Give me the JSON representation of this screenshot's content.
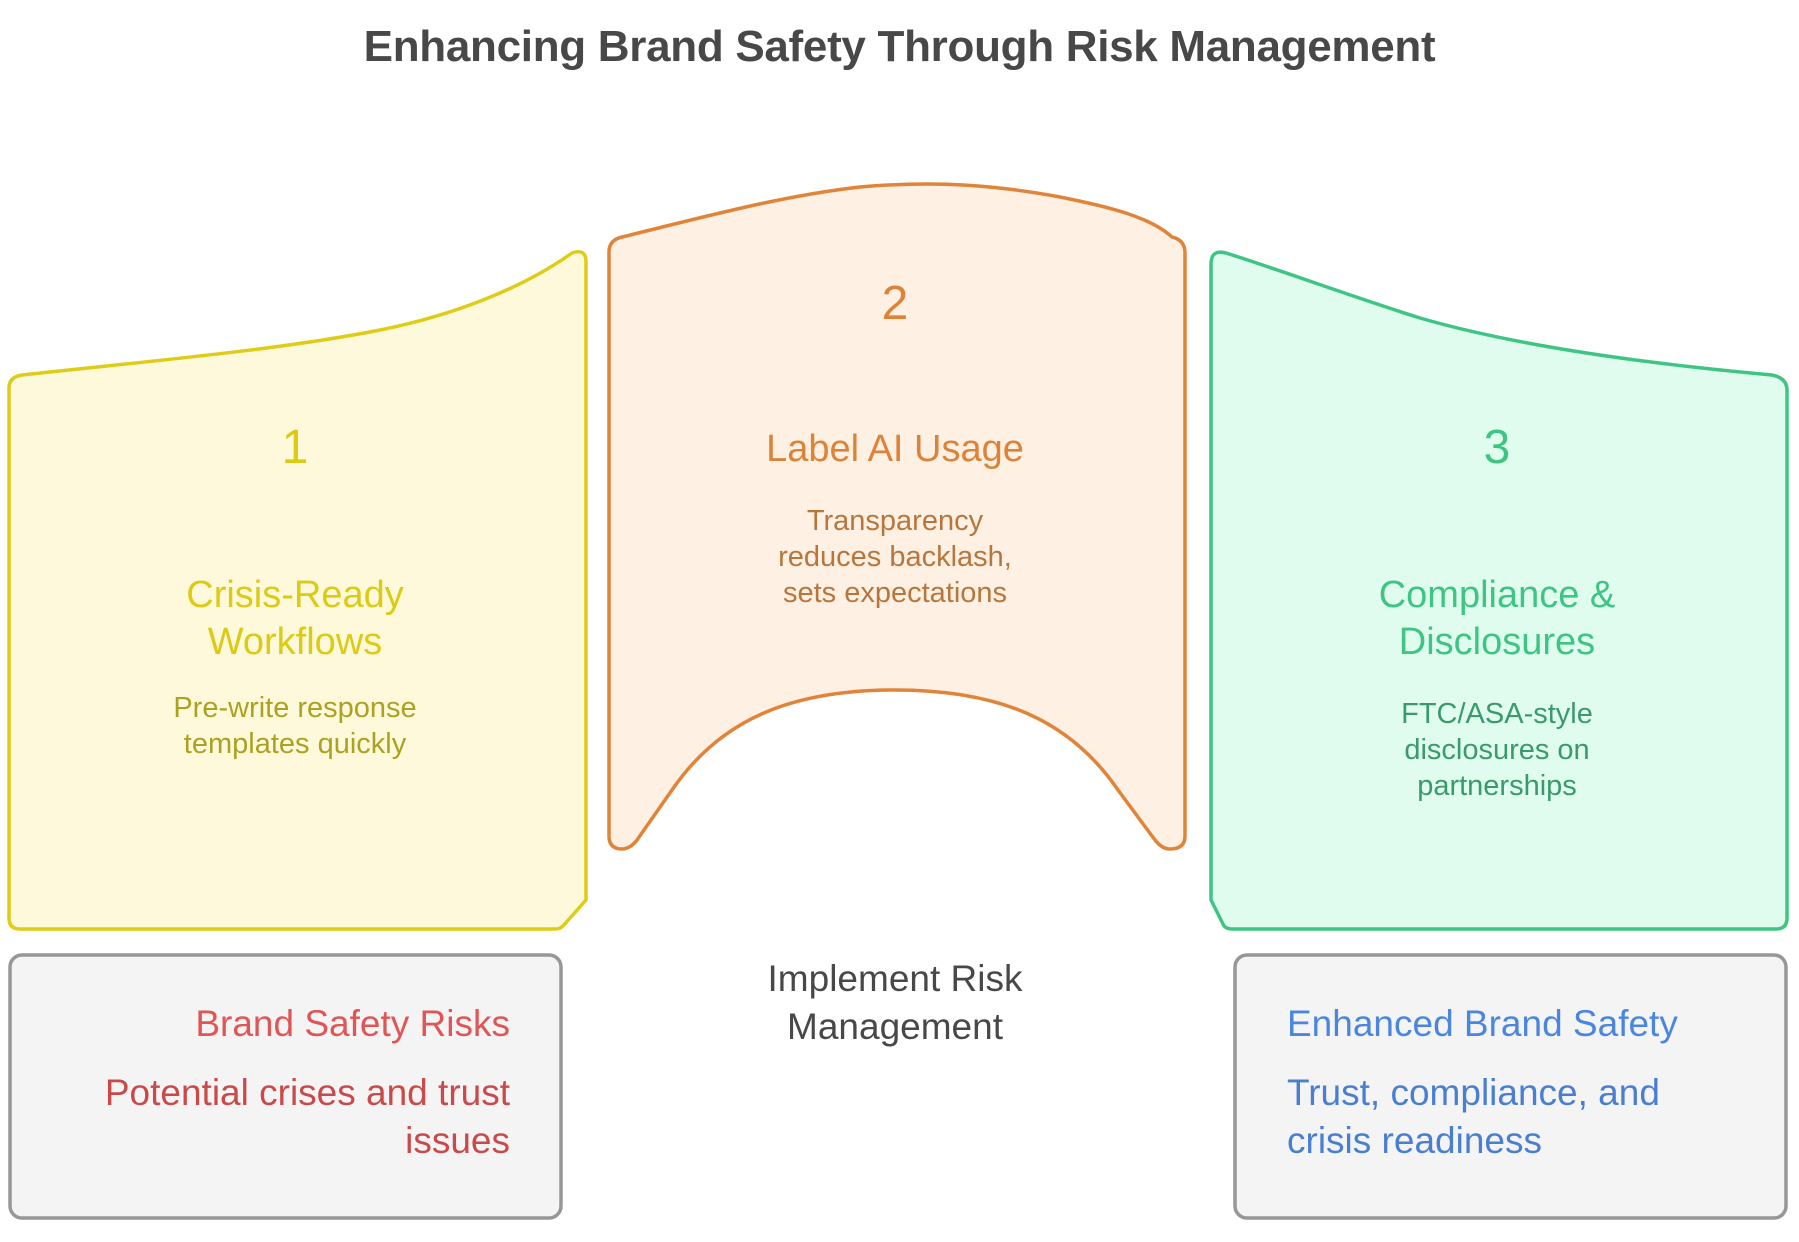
{
  "title": "Enhancing Brand Safety Through Risk Management",
  "colors": {
    "step1_stroke": "#dfcc17",
    "step1_fill": "#fef9db",
    "step1_text": "#dcca14",
    "step1_desc": "#ada122",
    "step2_stroke": "#e0843a",
    "step2_fill": "#fef0e3",
    "step2_text": "#dd8338",
    "step2_desc": "#b8763d",
    "step3_stroke": "#3ec583",
    "step3_fill": "#e0fcef",
    "step3_text": "#3ec583",
    "step3_desc": "#3a9a6c",
    "box_stroke": "#979797",
    "box_fill": "#f4f4f4",
    "risk_title": "#e05656",
    "risk_desc": "#c94a4a",
    "outcome_title": "#4a86e0",
    "outcome_desc": "#4a7fd0"
  },
  "steps": [
    {
      "number": "1",
      "title": "Crisis-Ready Workflows",
      "title_lines": [
        "Crisis-Ready",
        "Workflows"
      ],
      "description_lines": [
        "Pre-write response",
        "templates quickly"
      ]
    },
    {
      "number": "2",
      "title": "Label AI Usage",
      "title_lines": [
        "Label AI Usage"
      ],
      "description_lines": [
        "Transparency",
        "reduces backlash,",
        "sets expectations"
      ]
    },
    {
      "number": "3",
      "title": "Compliance & Disclosures",
      "title_lines": [
        "Compliance &",
        "Disclosures"
      ],
      "description_lines": [
        "FTC/ASA-style",
        "disclosures on",
        "partnerships"
      ]
    }
  ],
  "center_label_lines": [
    "Implement Risk",
    "Management"
  ],
  "start_box": {
    "title": "Brand Safety Risks",
    "description_lines": [
      "Potential crises and trust",
      "issues"
    ]
  },
  "end_box": {
    "title": "Enhanced Brand Safety",
    "description_lines": [
      "Trust, compliance, and",
      "crisis readiness"
    ]
  }
}
